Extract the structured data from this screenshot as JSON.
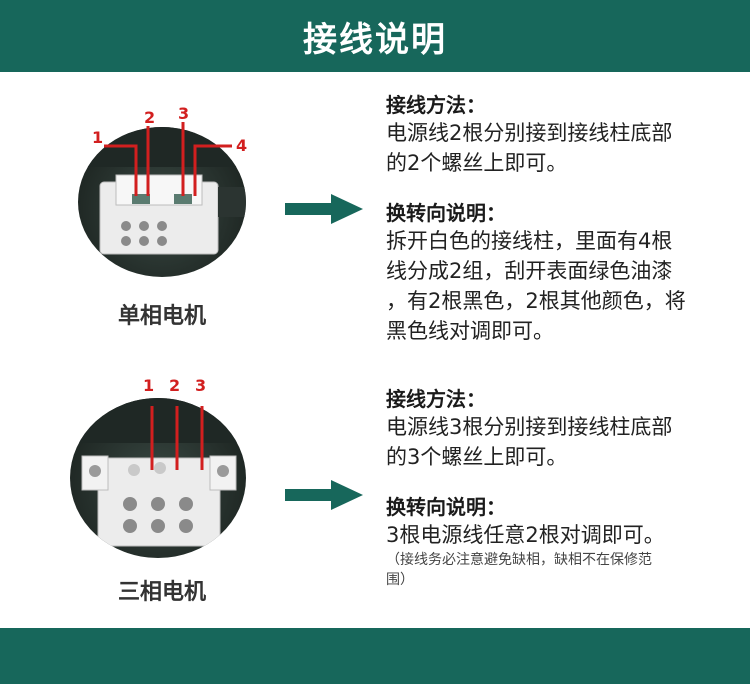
{
  "header": {
    "title": "接线说明"
  },
  "single_phase": {
    "caption": "单相电机",
    "wire_numbers": [
      "1",
      "2",
      "3",
      "4"
    ],
    "method_heading": "接线方法：",
    "method_text_1": "电源线2根分别接到接线柱底部",
    "method_text_2": "的2个螺丝上即可。",
    "reverse_heading": "换转向说明：",
    "reverse_text_1": "拆开白色的接线柱，里面有4根",
    "reverse_text_2": "线分成2组，刮开表面绿色油漆",
    "reverse_text_3": "，有2根黑色，2根其他颜色，将",
    "reverse_text_4": "黑色线对调即可。"
  },
  "three_phase": {
    "caption": "三相电机",
    "wire_numbers": [
      "1",
      "2",
      "3"
    ],
    "method_heading": "接线方法：",
    "method_text_1": "电源线3根分别接到接线柱底部",
    "method_text_2": "的3个螺丝上即可。",
    "reverse_heading": "换转向说明：",
    "reverse_text_1": "3根电源线任意2根对调即可。",
    "note_1": "（接线务必注意避免缺相，缺相不在保修范",
    "note_2": "围）"
  },
  "colors": {
    "brand": "#17675b",
    "wire_red": "#d21f1f"
  },
  "icons": [
    "arrow-right-icon"
  ]
}
